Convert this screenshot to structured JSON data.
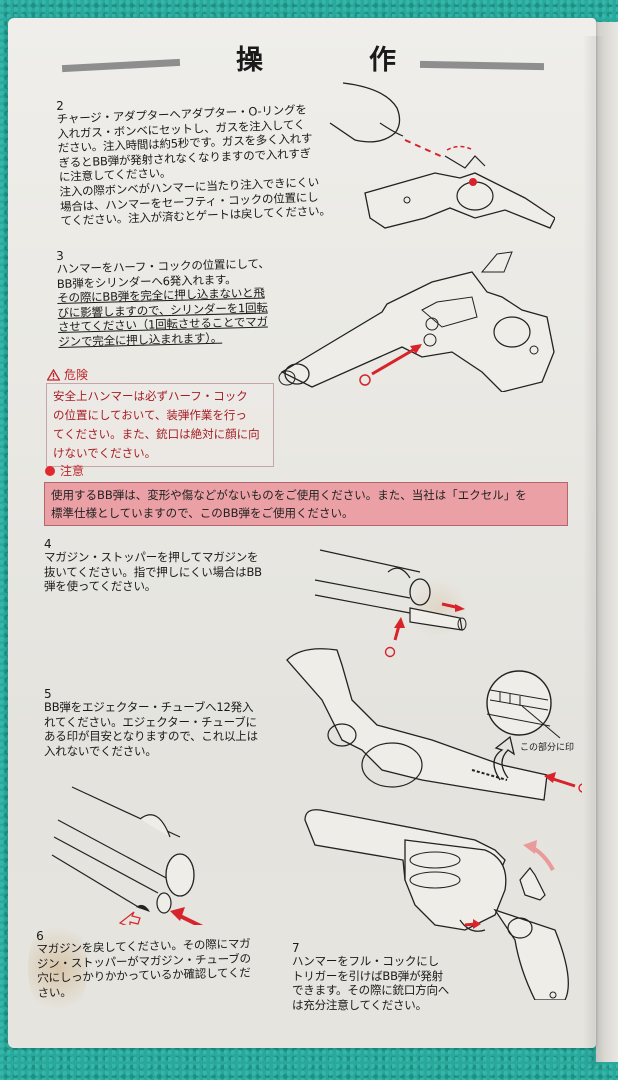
{
  "header": {
    "title_chars": [
      "操",
      "作"
    ],
    "title": "操作"
  },
  "steps": [
    {
      "number": "2",
      "lines": [
        "チャージ・アダプターへアダプター・O-リングを",
        "入れガス・ボンベにセットし、ガスを注入してく",
        "ださい。注入時間は約5秒です。ガスを多く入れす",
        "ぎるとBB弾が発射されなくなりますので入れすぎ",
        "に注意してください。",
        "注入の際ボンベがハンマーに当たり注入できにくい",
        "場合は、ハンマーをセーフティ・コックの位置にし",
        "てください。注入が済むとゲートは戻してください。"
      ]
    },
    {
      "number": "3",
      "lines": [
        "ハンマーをハーフ・コックの位置にして、",
        "BB弾をシリンダーへ6発入れます。"
      ],
      "underlined_lines": [
        "その際にBB弾を完全に押し込まないと飛",
        "びに影響しますので、シリンダーを1回転",
        "させてください（1回転させることでマガ",
        "ジンで完全に押し込まれます）。"
      ]
    },
    {
      "number": "4",
      "lines": [
        "マガジン・ストッパーを押してマガジンを",
        "抜いてください。指で押しにくい場合はBB",
        "弾を使ってください。"
      ]
    },
    {
      "number": "5",
      "lines": [
        "BB弾をエジェクター・チューブへ12発入",
        "れてください。エジェクター・チューブに",
        "ある印が目安となりますので、これ以上は",
        "入れないでください。"
      ]
    },
    {
      "number": "6",
      "lines": [
        "マガジンを戻してください。その際にマガ",
        "ジン・ストッパーがマガジン・チューブの",
        "穴にしっかりかかっているか確認してくだ",
        "さい。"
      ]
    },
    {
      "number": "7",
      "lines": [
        "ハンマーをフル・コックにし",
        "トリガーを引けばBB弾が発射",
        "できます。その際に銃口方向へ",
        "は充分注意してください。"
      ]
    }
  ],
  "danger": {
    "icon": "warning-triangle-icon",
    "heading": "危険",
    "lines": [
      "安全上ハンマーは必ずハーフ・コック",
      "の位置にしておいて、装弾作業を行っ",
      "てください。また、銃口は絶対に顔に向",
      "けないでください。"
    ]
  },
  "caution": {
    "icon": "red-dot-icon",
    "heading": "注意",
    "lines": [
      "使用するBB弾は、変形や傷などがないものをご使用ください。また、当社は「エクセル」を",
      "標準仕様としていますので、このBB弾をご使用ください。"
    ]
  },
  "illustrations": {
    "mark_label": "この部分に印",
    "circle_marker": "○"
  },
  "colors": {
    "accent_red": "#d8232a",
    "caution_fill": "#eaa0a5",
    "danger_text": "#a61d24",
    "paper": "#ebeae5",
    "background_towel": "#2aa89c"
  }
}
